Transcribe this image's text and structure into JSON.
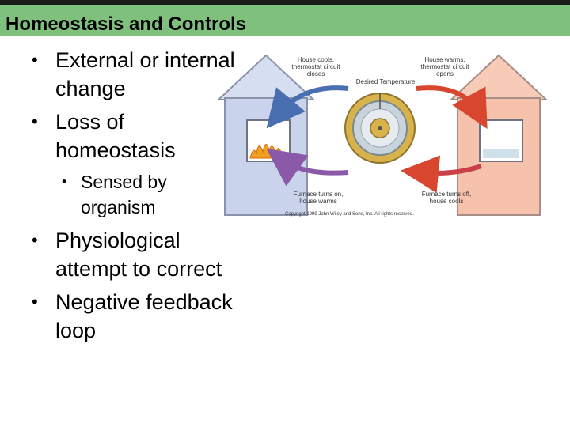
{
  "slide": {
    "title": "Homeostasis and Controls",
    "bullets": [
      "External or internal change",
      "Loss of homeostasis",
      "Sensed by organism",
      "Physiological attempt to correct",
      "Negative feedback loop"
    ]
  },
  "diagram": {
    "top_left_caption": [
      "House cools,",
      "thermostat circuit",
      "closes"
    ],
    "top_right_caption": [
      "House warms,",
      "thermostat circuit",
      "opens"
    ],
    "center_label": "Desired Temperature",
    "bottom_left_caption": [
      "Furnace turns on,",
      "house warms"
    ],
    "bottom_right_caption": [
      "Furnace turns off,",
      "house cools"
    ],
    "copyright": "Copyright 1999 John Wiley and Sons, Inc. All rights reserved.",
    "colors": {
      "cool_house": "#c9d4ec",
      "warm_house": "#f6c2ac",
      "arrow_blue": "#4a6fb0",
      "arrow_red": "#d9462f",
      "arrow_purple": "#8a5aa8",
      "thermostat_gold": "#d8b24a",
      "flame": "#f0a020"
    }
  }
}
